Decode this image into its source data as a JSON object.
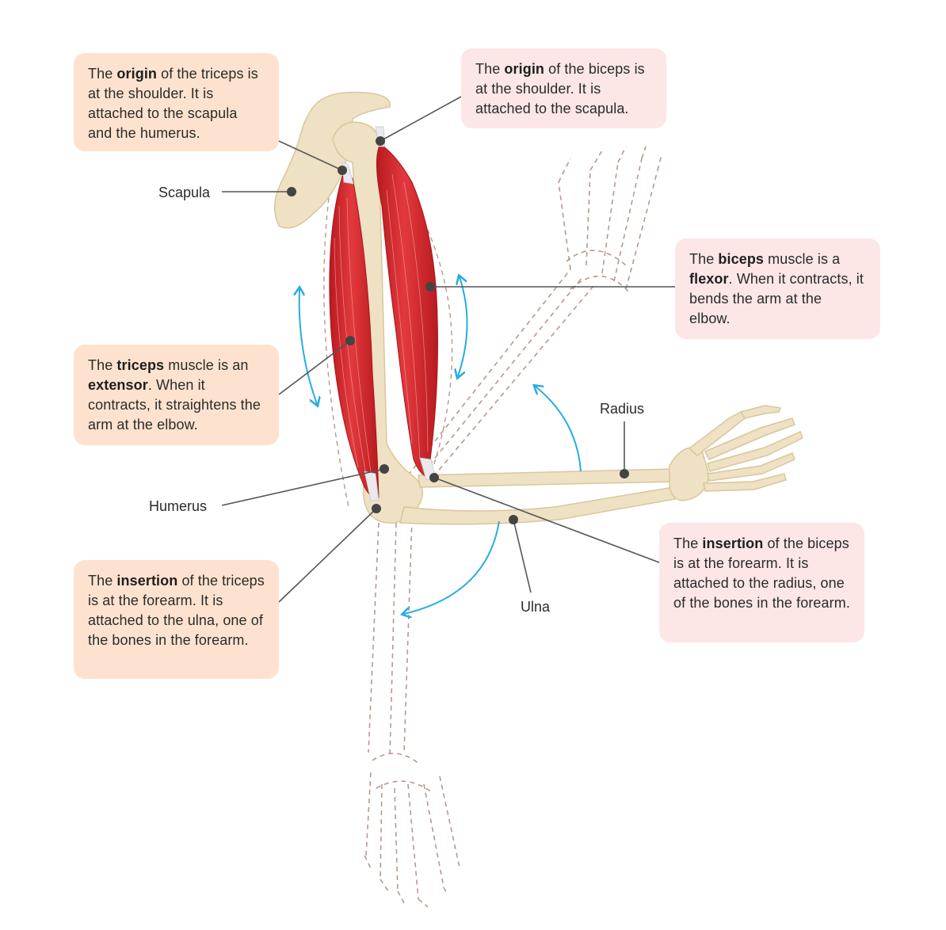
{
  "colors": {
    "bone": "#efe1c3",
    "bone_outline": "#d9c69c",
    "muscle": "#d7252b",
    "muscle_dark": "#a8171c",
    "tendon": "#e9e9ee",
    "leader_line": "#555555",
    "motion_arrow": "#29abe2",
    "ghost_outline": "#b7998d",
    "callout_orange": "#fde3cf",
    "callout_pink": "#fde6e6"
  },
  "callouts": {
    "triceps_origin": {
      "pre": "The ",
      "bold": "origin",
      "post": " of the triceps is at the shoulder. It is attached to the scapula and the humerus."
    },
    "biceps_origin": {
      "pre": "The ",
      "bold": "origin",
      "post": " of the biceps is at the shoulder. It is attached to the scapula."
    },
    "biceps_flexor": {
      "pre": "The ",
      "bold": "biceps",
      "mid": " muscle is a ",
      "bold2": "flexor",
      "post": ". When it contracts, it bends the arm at the elbow."
    },
    "triceps_extensor": {
      "pre": "The ",
      "bold": "triceps",
      "mid": " muscle is an ",
      "bold2": "extensor",
      "post": ". When it contracts, it straightens the arm at the elbow."
    },
    "triceps_insertion": {
      "pre": "The ",
      "bold": "insertion",
      "post": " of the triceps is at the forearm. It is attached to the ulna, one of the bones in the forearm."
    },
    "biceps_insertion": {
      "pre": "The ",
      "bold": "insertion",
      "post": " of the biceps is at the forearm. It is attached to the radius, one of the bones in the forearm."
    }
  },
  "labels": {
    "scapula": "Scapula",
    "humerus": "Humerus",
    "radius": "Radius",
    "ulna": "Ulna"
  }
}
